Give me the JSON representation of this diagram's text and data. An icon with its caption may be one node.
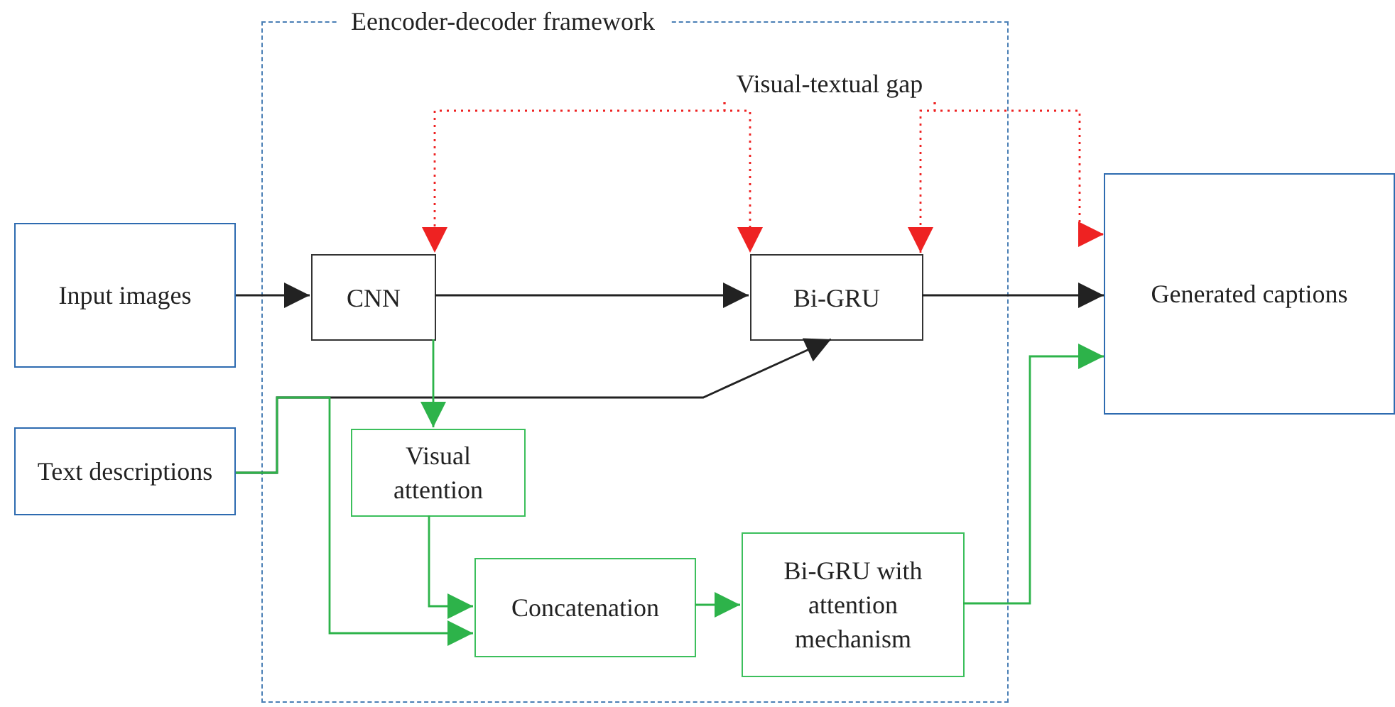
{
  "diagram": {
    "nodes": [
      {
        "text": [
          "Eencoder-decoder framework"
        ]
      },
      {
        "text": [
          "Input images"
        ]
      },
      {
        "text": [
          "Text descriptions"
        ]
      },
      {
        "text": [
          "CNN"
        ],
        "in": 0
      },
      {
        "text": [
          "Bi-GRU"
        ],
        "in": 0
      },
      {
        "text": [
          "Visual attention"
        ],
        "in": 0
      },
      {
        "text": [
          "Concatenation"
        ],
        "in": 0
      },
      {
        "text": [
          "Bi-GRU with attention mechanism"
        ],
        "in": 0
      },
      {
        "text": [
          "Generated captions"
        ]
      },
      {
        "text": [
          "Visual-textual gap"
        ],
        "in": 0
      }
    ],
    "edges": [
      {
        "from": 1,
        "to": 3,
        "arrow": "to",
        "color": "#222222"
      },
      {
        "from": 3,
        "to": 4,
        "arrow": "to",
        "color": "#222222"
      },
      {
        "from": 4,
        "to": 8,
        "arrow": "to",
        "color": "#222222"
      },
      {
        "from": 2,
        "to": 4,
        "arrow": "to",
        "color": "#222222"
      },
      {
        "from": 3,
        "to": 5,
        "arrow": "to",
        "color": "#2db34a"
      },
      {
        "from": 5,
        "to": 6,
        "arrow": "to",
        "color": "#2db34a"
      },
      {
        "from": 2,
        "to": 6,
        "arrow": "to",
        "color": "#2db34a"
      },
      {
        "from": 6,
        "to": 7,
        "arrow": "to",
        "color": "#2db34a"
      },
      {
        "from": 7,
        "to": 8,
        "arrow": "to",
        "color": "#2db34a"
      },
      {
        "from": 9,
        "to": 3,
        "arrow": "to",
        "style": "dashed",
        "color": "#ee2222"
      },
      {
        "from": 9,
        "to": 4,
        "arrow": "to",
        "style": "dashed",
        "color": "#ee2222"
      },
      {
        "from": 9,
        "to": 4,
        "arrow": "to",
        "style": "dashed",
        "color": "#ee2222"
      },
      {
        "from": 9,
        "to": 8,
        "arrow": "to",
        "style": "dashed",
        "color": "#ee2222"
      }
    ]
  }
}
